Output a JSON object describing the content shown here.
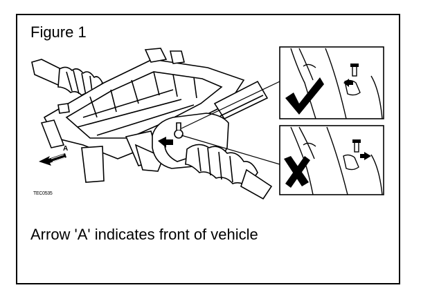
{
  "figure": {
    "title": "Figure 1",
    "caption": "Arrow 'A' indicates front of vehicle",
    "image_code": "TEC0535",
    "arrow_label": "A"
  },
  "insets": [
    {
      "name": "correct",
      "mark": "check-icon"
    },
    {
      "name": "incorrect",
      "mark": "cross-icon"
    }
  ],
  "colors": {
    "line": "#000000",
    "background": "#ffffff"
  }
}
